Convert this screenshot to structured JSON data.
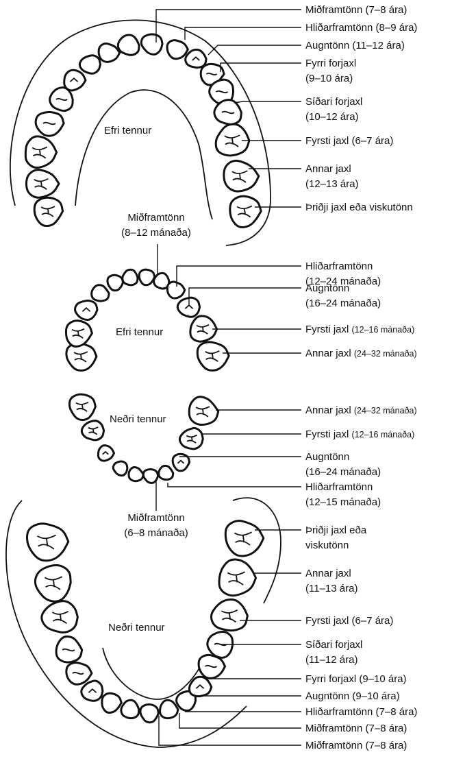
{
  "sections": [
    {
      "id": "adult-upper",
      "center_label": "Efri tennur",
      "labels": [
        [
          "Miðframtönn (7–8 ára)"
        ],
        [
          "Hliðarframtönn (8–9 ára)"
        ],
        [
          "Augntönn (11–12 ára)"
        ],
        [
          "Fyrri forjaxl",
          "(9–10 ára)"
        ],
        [
          "Síðari forjaxl",
          "(10–12 ára)"
        ],
        [
          "Fyrsti jaxl (6–7 ára)"
        ],
        [
          "Annar jaxl",
          "(12–13 ára)"
        ],
        [
          "Þriðji jaxl eða viskutönn"
        ]
      ]
    },
    {
      "id": "child-upper",
      "center_label": "Efri tennur",
      "central_label": [
        "Miðframtönn",
        "(8–12 mánaða)"
      ],
      "labels": [
        [
          "Hliðarframtönn",
          "(12–24 mánaða)"
        ],
        [
          "Augntönn",
          "(16–24 mánaða)"
        ],
        [
          "Fyrsti jaxl (12–16 mánaða)"
        ],
        [
          "Annar jaxl (24–32 mánaða)"
        ]
      ]
    },
    {
      "id": "child-lower",
      "center_label": "Neðri tennur",
      "central_label": [
        "Miðframtönn",
        "(6–8 mánaða)"
      ],
      "labels": [
        [
          "Annar jaxl (24–32 mánaða)"
        ],
        [
          "Fyrsti jaxl (12–16 mánaða)"
        ],
        [
          "Augntönn",
          "(16–24 mánaða)"
        ],
        [
          "Hliðarframtönn",
          "(12–15 mánaða)"
        ]
      ]
    },
    {
      "id": "adult-lower",
      "center_label": "Neðri tennur",
      "labels": [
        [
          "Þriðji jaxl eða",
          "viskutönn"
        ],
        [
          "Annar jaxl",
          "(11–13 ára)"
        ],
        [
          "Fyrsti jaxl (6–7 ára)"
        ],
        [
          "Síðari forjaxl",
          "(11–12 ára)"
        ],
        [
          "Fyrri forjaxl (9–10 ára)"
        ],
        [
          "Augntönn (9–10 ára)"
        ],
        [
          "Hliðarframtönn (7–8 ára)"
        ],
        [
          "Miðframtönn (7–8 ára)"
        ],
        [
          "Miðframtönn (7–8 ára)"
        ]
      ]
    }
  ]
}
